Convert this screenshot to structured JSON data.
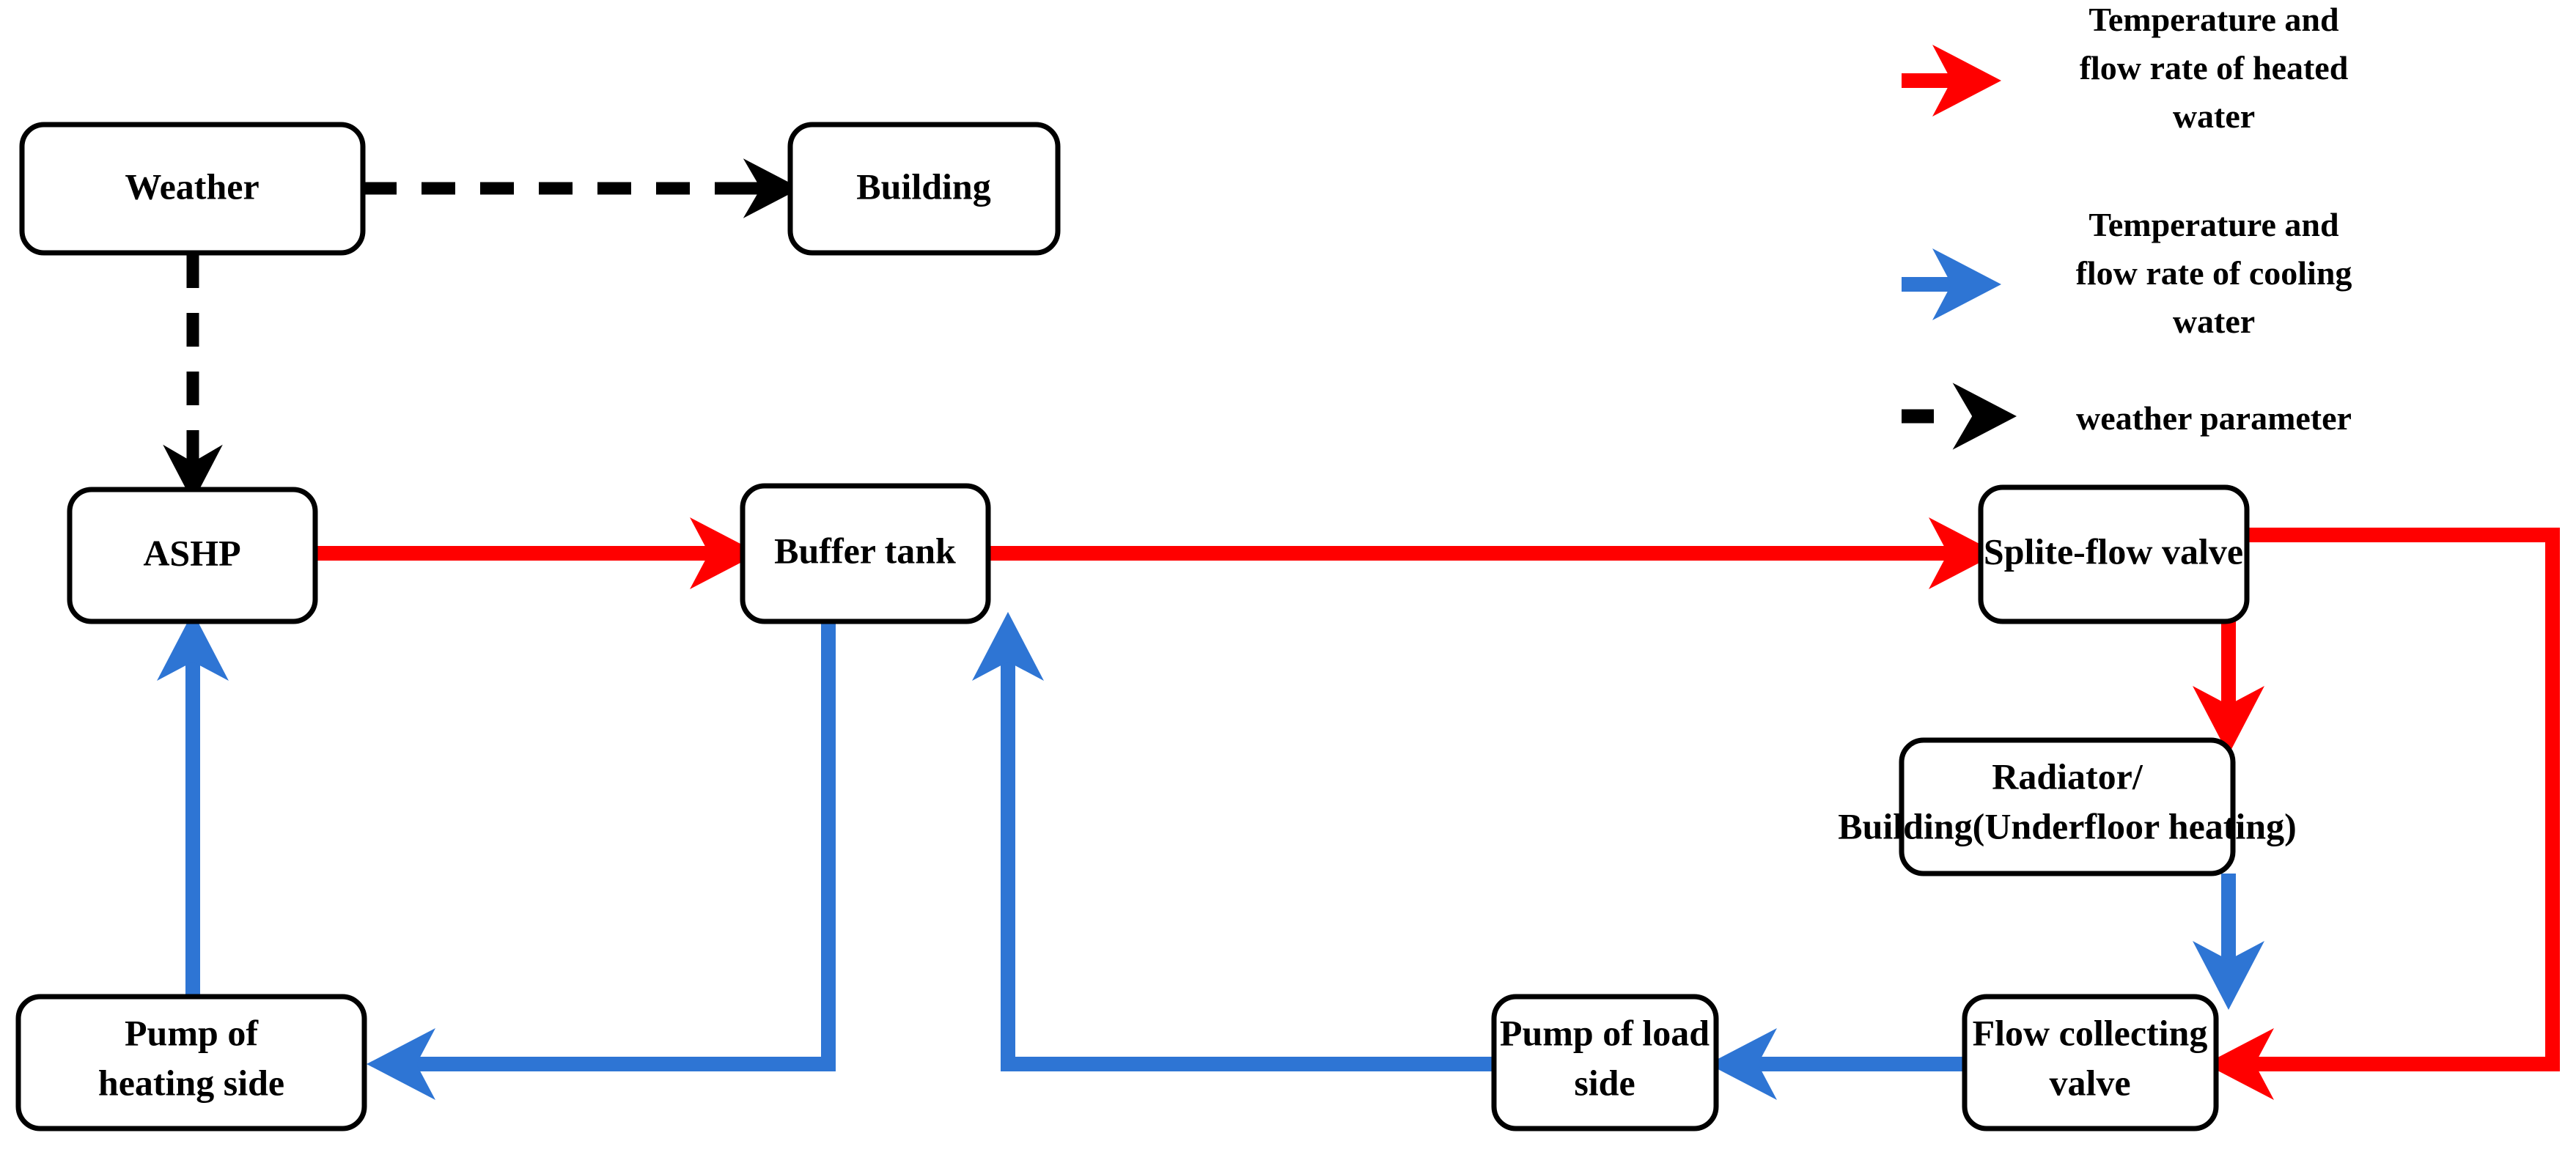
{
  "diagram": {
    "title": "ASHP heating system flow diagram",
    "colors": {
      "heated_water": "#ff0000",
      "cooling_water": "#2e75d4",
      "weather_parameter": "#000000",
      "node_border": "#000000",
      "node_fill": "#ffffff",
      "background": "#ffffff"
    },
    "nodes": [
      {
        "id": "weather",
        "label": "Weather"
      },
      {
        "id": "building",
        "label": "Building"
      },
      {
        "id": "ashp",
        "label": "ASHP"
      },
      {
        "id": "buffer_tank",
        "label": "Buffer tank"
      },
      {
        "id": "splite_flow_valve",
        "label": "Splite-flow valve"
      },
      {
        "id": "radiator",
        "label_line1": "Radiator/",
        "label_line2": "Building(Underfloor heating)"
      },
      {
        "id": "pump_heating",
        "label_line1": "Pump of",
        "label_line2": "heating side"
      },
      {
        "id": "pump_load",
        "label_line1": "Pump of load",
        "label_line2": "side"
      },
      {
        "id": "flow_collecting_valve",
        "label_line1": "Flow collecting",
        "label_line2": "valve"
      }
    ],
    "edges": [
      {
        "from": "weather",
        "to": "building",
        "type": "weather_parameter"
      },
      {
        "from": "weather",
        "to": "ashp",
        "type": "weather_parameter"
      },
      {
        "from": "ashp",
        "to": "buffer_tank",
        "type": "heated_water"
      },
      {
        "from": "buffer_tank",
        "to": "splite_flow_valve",
        "type": "heated_water"
      },
      {
        "from": "splite_flow_valve",
        "to": "radiator",
        "type": "heated_water"
      },
      {
        "from": "splite_flow_valve",
        "to": "flow_collecting_valve",
        "type": "heated_water"
      },
      {
        "from": "radiator",
        "to": "flow_collecting_valve",
        "type": "cooling_water"
      },
      {
        "from": "flow_collecting_valve",
        "to": "pump_load",
        "type": "cooling_water"
      },
      {
        "from": "pump_load",
        "to": "buffer_tank",
        "type": "cooling_water"
      },
      {
        "from": "buffer_tank",
        "to": "pump_heating",
        "type": "cooling_water"
      },
      {
        "from": "pump_heating",
        "to": "ashp",
        "type": "cooling_water"
      }
    ],
    "legend": {
      "items": [
        {
          "id": "heated_water",
          "marker": "red-solid-arrow-icon",
          "line1": "Temperature and",
          "line2": "flow rate of heated",
          "line3": "water"
        },
        {
          "id": "cooling_water",
          "marker": "blue-solid-arrow-icon",
          "line1": "Temperature and",
          "line2": "flow rate of cooling",
          "line3": "water"
        },
        {
          "id": "weather_parameter",
          "marker": "black-dashed-arrow-icon",
          "line1": "weather parameter",
          "line2": "",
          "line3": ""
        }
      ]
    }
  }
}
